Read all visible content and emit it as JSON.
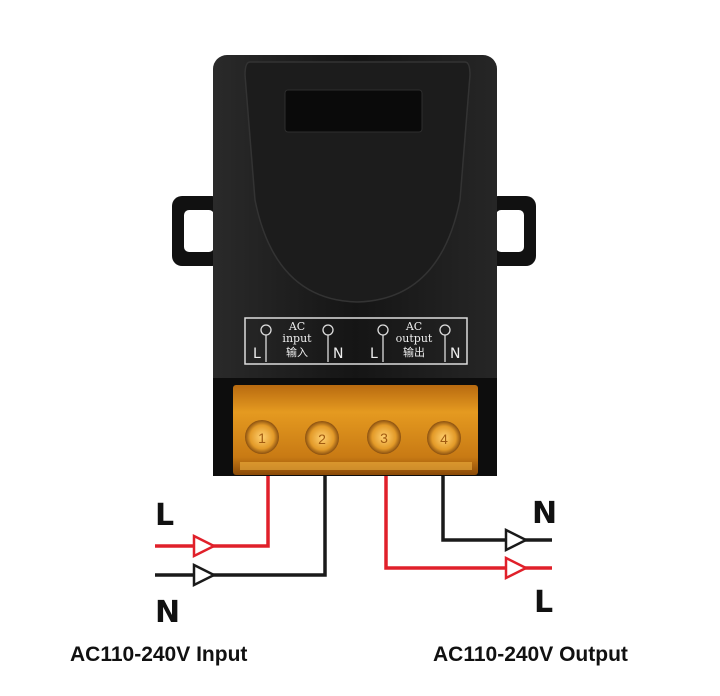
{
  "device": {
    "input_label": [
      "AC",
      "input",
      "输入"
    ],
    "output_label": [
      "AC",
      "output",
      "输出"
    ],
    "terminals": [
      "L",
      "N",
      "L",
      "N"
    ],
    "terminal_numbers": [
      "1",
      "2",
      "3",
      "4"
    ]
  },
  "wiring": {
    "input_L": "L",
    "input_N": "N",
    "output_N": "N",
    "output_L": "L",
    "input_caption": "AC110-240V Input",
    "output_caption": "AC110-240V Output"
  },
  "colors": {
    "live": "#e0202a",
    "neutral": "#1a1a1a",
    "terminal": "#e8a020",
    "body": "#141414"
  }
}
